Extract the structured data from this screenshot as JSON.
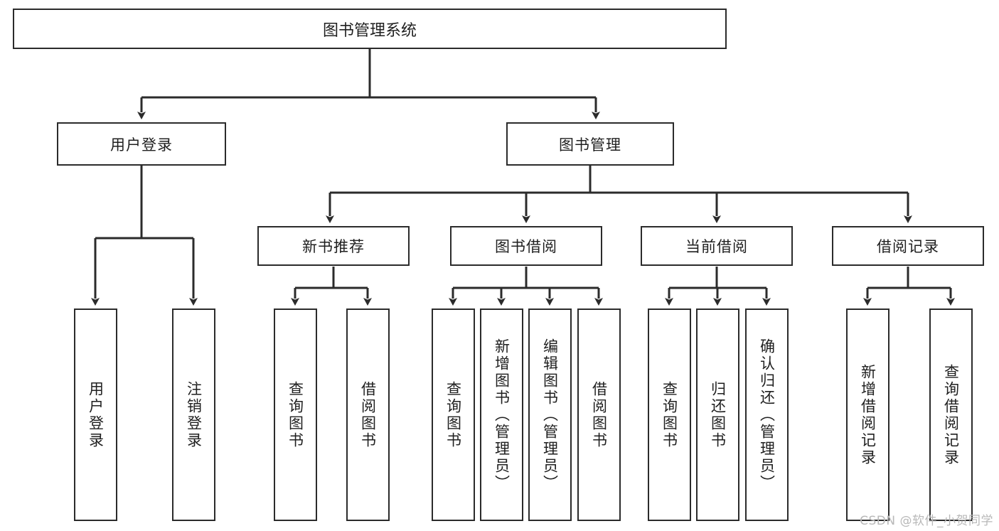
{
  "diagram": {
    "title": "图书管理系统",
    "type": "tree",
    "root": {
      "label": "图书管理系统"
    },
    "level2": [
      {
        "label": "用户登录"
      },
      {
        "label": "图书管理"
      }
    ],
    "level3": [
      {
        "label": "新书推荐"
      },
      {
        "label": "图书借阅"
      },
      {
        "label": "当前借阅"
      },
      {
        "label": "借阅记录"
      }
    ],
    "leaves": [
      {
        "label": "用户登录",
        "parent": "用户登录"
      },
      {
        "label": "注销登录",
        "parent": "用户登录"
      },
      {
        "label": "查询图书",
        "parent": "新书推荐"
      },
      {
        "label": "借阅图书",
        "parent": "新书推荐"
      },
      {
        "label": "查询图书",
        "parent": "图书借阅"
      },
      {
        "label": "新增图书（管理员）",
        "parent": "图书借阅"
      },
      {
        "label": "编辑图书（管理员）",
        "parent": "图书借阅"
      },
      {
        "label": "借阅图书",
        "parent": "图书借阅"
      },
      {
        "label": "查询图书",
        "parent": "当前借阅"
      },
      {
        "label": "归还图书",
        "parent": "当前借阅"
      },
      {
        "label": "确认归还（管理员）",
        "parent": "当前借阅"
      },
      {
        "label": "新增借阅记录",
        "parent": "借阅记录"
      },
      {
        "label": "查询借阅记录",
        "parent": "借阅记录"
      }
    ],
    "watermark": "CSDN @软件_小贺同学",
    "colors": {
      "stroke": "#2b2b2b",
      "fill": "#ffffff",
      "text": "#1f1f1f",
      "watermark": "#b8b8b8"
    }
  }
}
